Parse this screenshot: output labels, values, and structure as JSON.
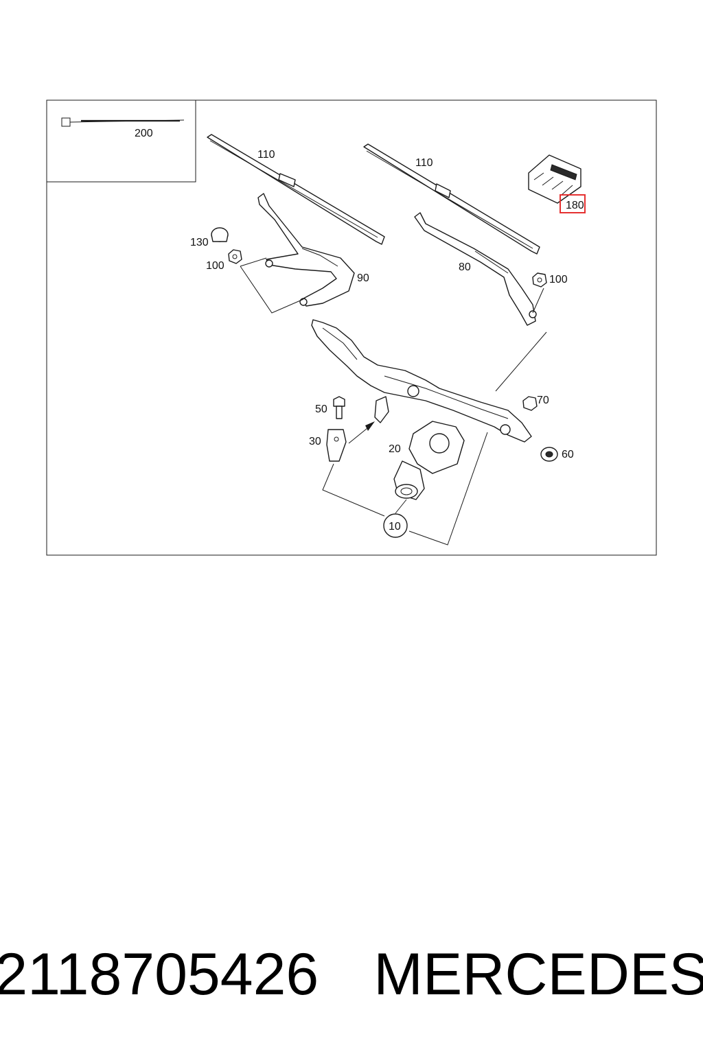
{
  "callouts": {
    "c200": "200",
    "c110a": "110",
    "c110b": "110",
    "c180": "180",
    "c130": "130",
    "c100a": "100",
    "c90": "90",
    "c80": "80",
    "c100b": "100",
    "c70": "70",
    "c50": "50",
    "c30": "30",
    "c20": "20",
    "c60": "60",
    "c10": "10"
  },
  "footer": {
    "part_number": "2118705426",
    "brand": "MERCEDES"
  },
  "colors": {
    "highlight": "#e53030",
    "line": "#1a1a1a"
  }
}
